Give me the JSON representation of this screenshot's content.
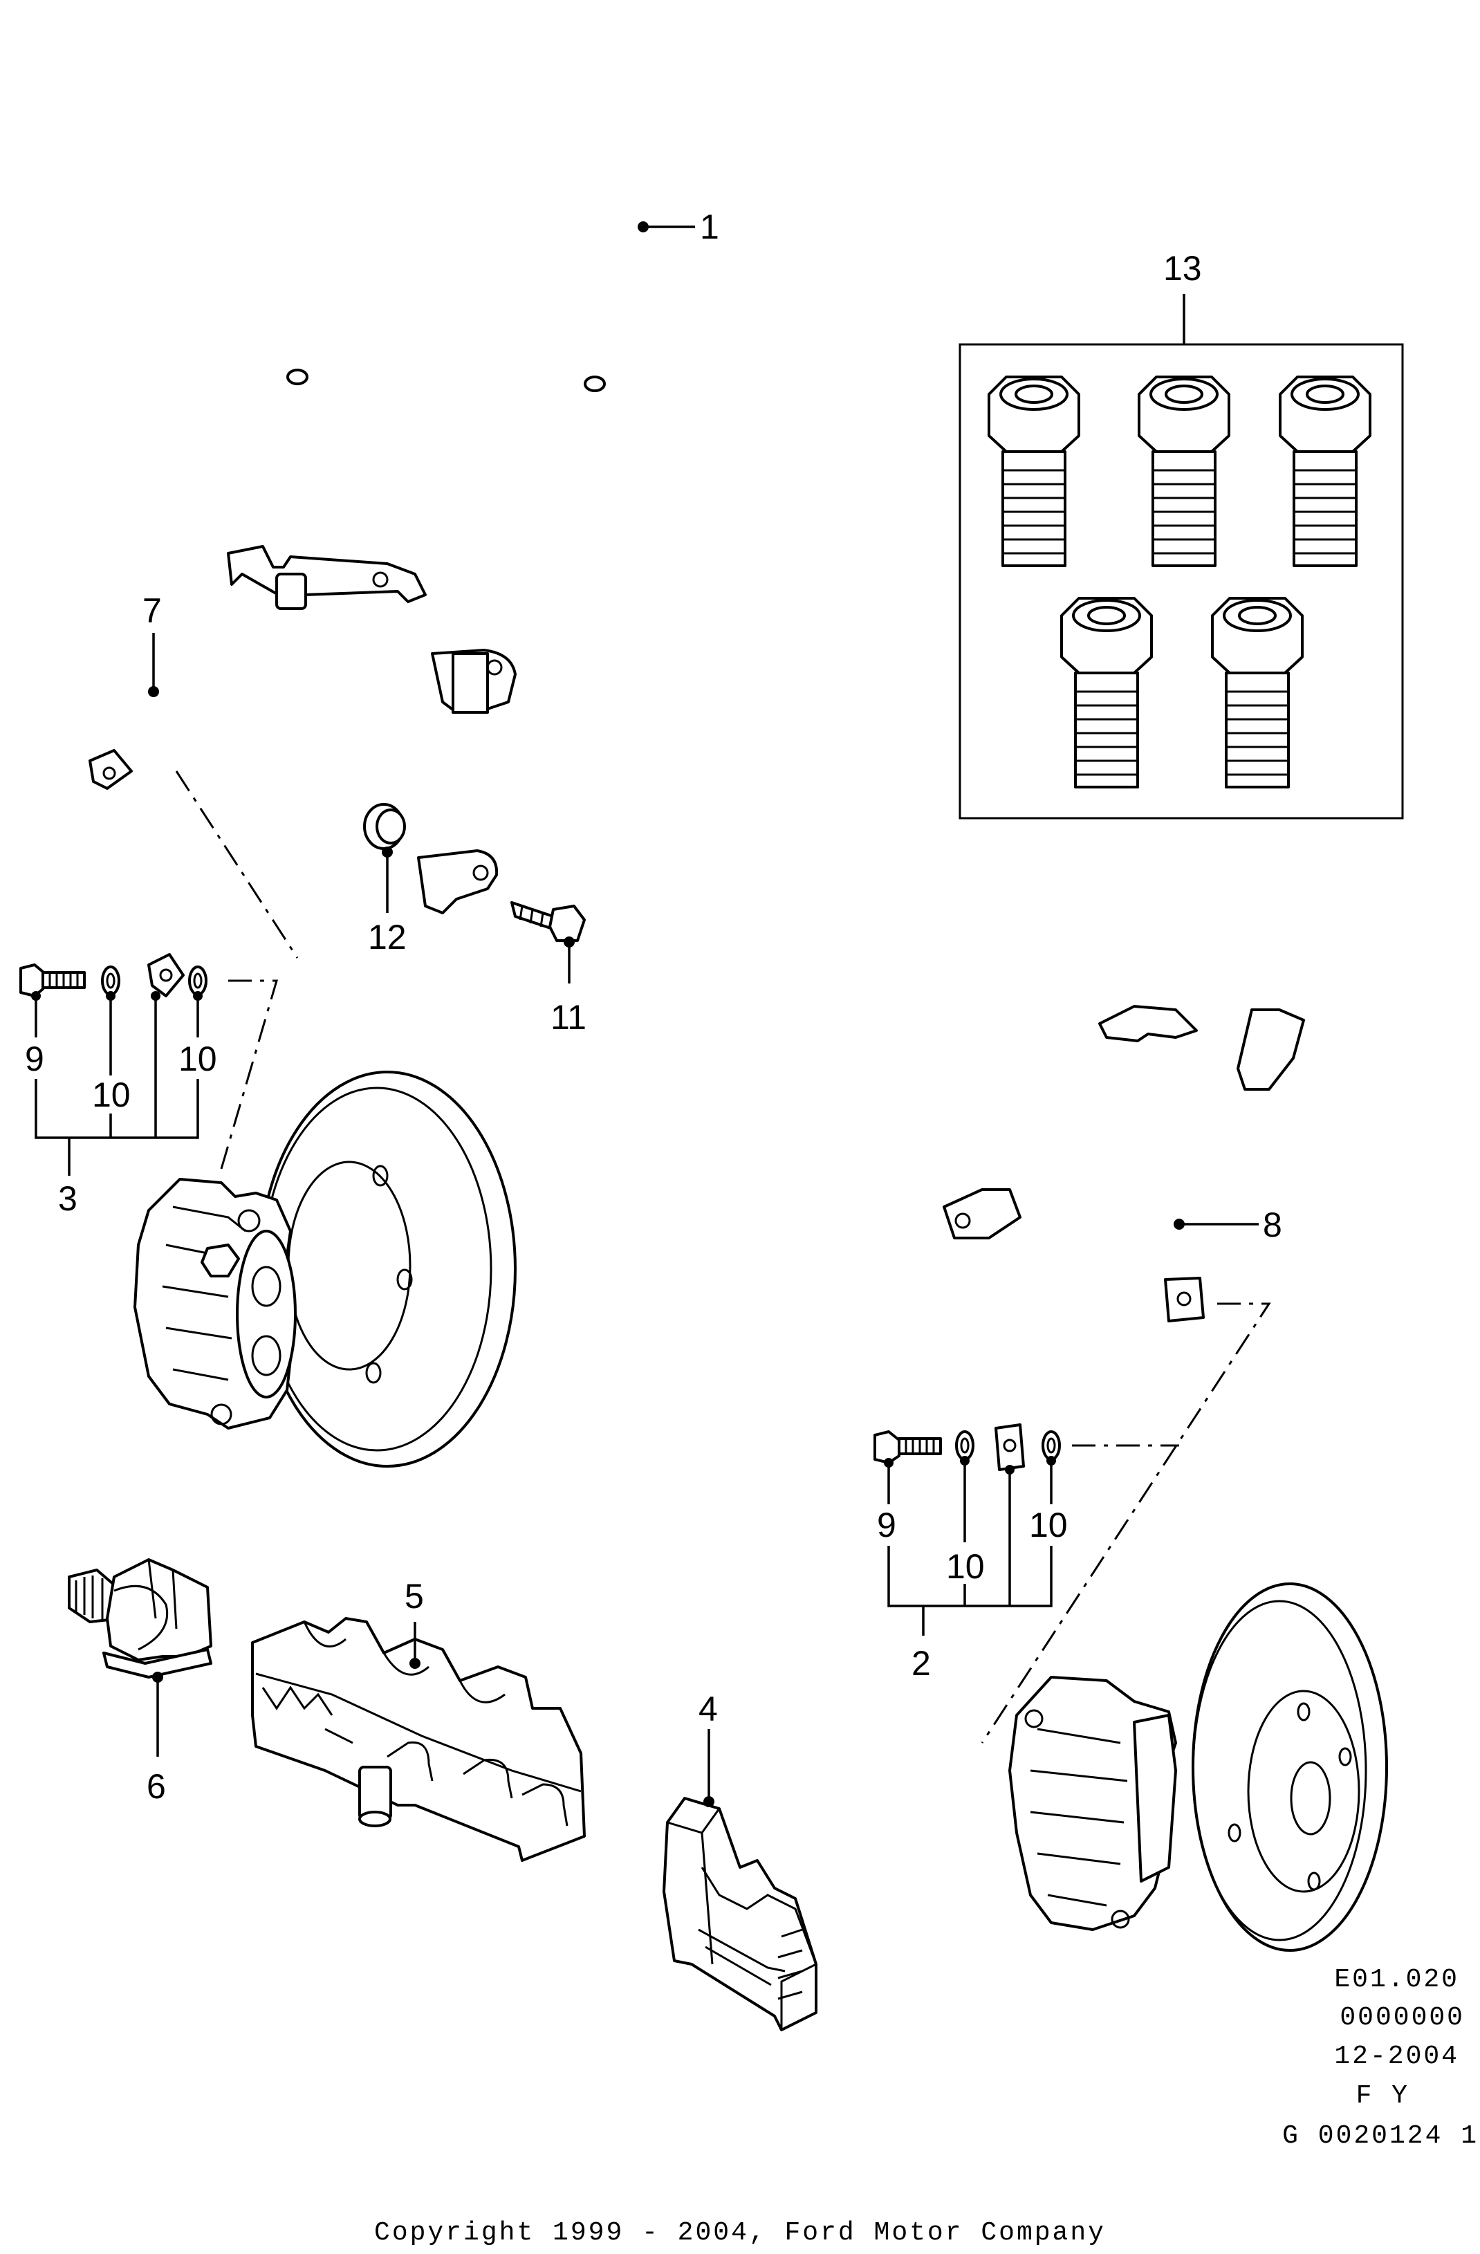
{
  "callouts": {
    "p1": "1",
    "p2": "2",
    "p3": "3",
    "p4": "4",
    "p5": "5",
    "p6": "6",
    "p7": "7",
    "p8": "8",
    "p9_left": "9",
    "p9_right": "9",
    "p10_left_a": "10",
    "p10_left_b": "10",
    "p10_right_a": "10",
    "p10_right_b": "10",
    "p11": "11",
    "p12": "12",
    "p13": "13"
  },
  "reference_block": {
    "line1": "E01.020",
    "line2": "0000000",
    "line3": "12-2004",
    "line4": "F Y",
    "line5": "G 0020124  1"
  },
  "copyright": "Copyright 1999 - 2004, Ford Motor Company",
  "icons": [
    "brake-pipe-coil",
    "brake-hose",
    "brake-caliper",
    "brake-disc",
    "banjo-bolt",
    "copper-washer",
    "bolt",
    "grommet",
    "tube-nut",
    "pipe-clip",
    "pipe-bracket"
  ],
  "colors": {
    "ink": "#000000",
    "background": "#ffffff"
  }
}
